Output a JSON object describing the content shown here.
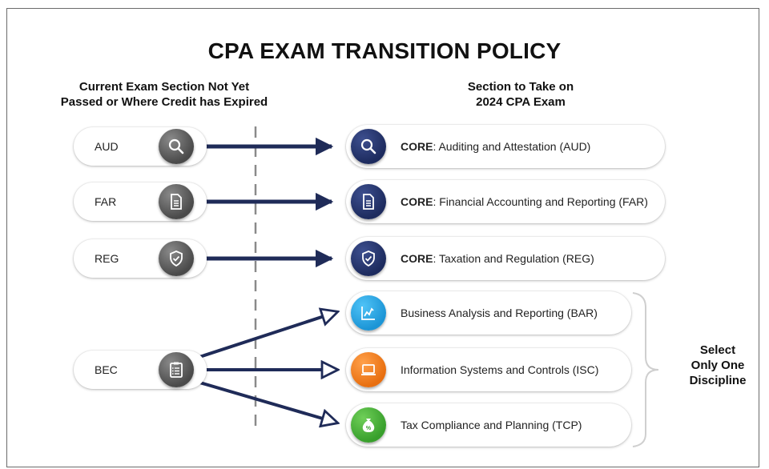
{
  "title": "CPA EXAM TRANSITION POLICY",
  "left_header": [
    "Current Exam Section Not Yet",
    "Passed or Where Credit has Expired"
  ],
  "right_header": [
    "Section to Take on",
    "2024 CPA Exam"
  ],
  "current_sections": [
    {
      "label": "AUD",
      "icon": "search-icon"
    },
    {
      "label": "FAR",
      "icon": "document-icon"
    },
    {
      "label": "REG",
      "icon": "shield-check-icon"
    },
    {
      "label": "BEC",
      "icon": "clipboard-icon"
    }
  ],
  "new_sections": [
    {
      "prefix": "CORE",
      "text": ": Auditing and Attestation (AUD)",
      "icon": "search-icon",
      "color": "#1d2b5e"
    },
    {
      "prefix": "CORE",
      "text": ": Financial Accounting and Reporting (FAR)",
      "icon": "document-icon",
      "color": "#1d2b5e"
    },
    {
      "prefix": "CORE",
      "text": ": Taxation and Regulation (REG)",
      "icon": "shield-check-icon",
      "color": "#1d2b5e"
    },
    {
      "prefix": "",
      "text": "Business Analysis and Reporting (BAR)",
      "icon": "chart-icon",
      "color": "#1c95d6"
    },
    {
      "prefix": "",
      "text": "Information Systems and Controls (ISC)",
      "icon": "laptop-icon",
      "color": "#e86f10"
    },
    {
      "prefix": "",
      "text": "Tax Compliance and Planning (TCP)",
      "icon": "money-bag-icon",
      "color": "#389f2c"
    }
  ],
  "select_note": [
    "Select",
    "Only One",
    "Discipline"
  ],
  "colors": {
    "arrow": "#1f2b58",
    "divider": "#8a8a8a",
    "core": "#1d2b5e",
    "bar": "#1c95d6",
    "isc": "#e86f10",
    "tcp": "#389f2c"
  }
}
